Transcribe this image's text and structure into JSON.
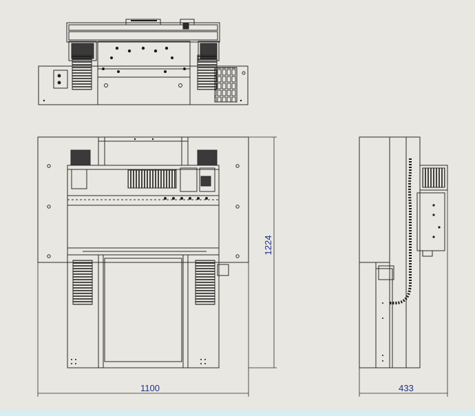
{
  "drawing": {
    "dimensions": {
      "front_width": "1100",
      "front_height": "1224",
      "side_width": "433"
    }
  }
}
